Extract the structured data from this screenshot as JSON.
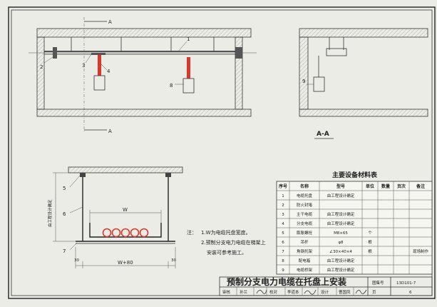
{
  "plan": {
    "section_marks": [
      "A",
      "A"
    ],
    "callouts": [
      "1",
      "2",
      "3",
      "4",
      "8"
    ]
  },
  "section_view": {
    "title": "A-A",
    "callouts": [
      "9"
    ]
  },
  "detail": {
    "callouts": [
      "5",
      "6",
      "7"
    ],
    "dim_width": "W",
    "dim_overall": "W+80",
    "dim_left": "30",
    "dim_right": "30",
    "vertical_label": "由工程设计确定"
  },
  "notes": {
    "heading": "注：",
    "line1": "1.W为电缆托盘宽度。",
    "line2": "2.预制分支电力电缆在梯架上",
    "line3": "安装可参考施工。"
  },
  "table": {
    "title": "主要设备材料表",
    "headers": [
      "序号",
      "名称",
      "型号",
      "单位",
      "数量",
      "页次",
      "备注"
    ],
    "rows": [
      [
        "1",
        "电缆托盘",
        "由工程设计确定",
        "",
        "",
        "",
        ""
      ],
      [
        "2",
        "防火封堵",
        "",
        "",
        "",
        "",
        ""
      ],
      [
        "3",
        "主干电缆",
        "由工程设计确定",
        "",
        "",
        "",
        ""
      ],
      [
        "4",
        "分支电缆",
        "由工程设计确定",
        "",
        "",
        "",
        ""
      ],
      [
        "5",
        "膨胀螺栓",
        "M8×65",
        "个",
        "",
        "",
        ""
      ],
      [
        "6",
        "吊杆",
        "φ8",
        "根",
        "",
        "",
        ""
      ],
      [
        "7",
        "角钢托架",
        "∠30×40×4",
        "根",
        "",
        "",
        "现场制作"
      ],
      [
        "8",
        "配电箱",
        "由工程设计确定",
        "",
        "",
        "",
        ""
      ],
      [
        "9",
        "电缆桥架",
        "由工程设计确定",
        "",
        "",
        "",
        ""
      ]
    ]
  },
  "title_block": {
    "drawing_title": "预制分支电力电缆在托盘上安装",
    "atlas_label": "图集号",
    "atlas_no": "13D101-7",
    "page_label": "页",
    "page_no": "6",
    "review_label": "审核",
    "reviewer": "孙兰",
    "check_label": "校对",
    "checker": "李道本",
    "design_label": "设计",
    "designer": "曹国凤"
  },
  "colors": {
    "paper": "#ecece6",
    "ink": "#222222",
    "cable_red": "#d9382b",
    "hatch": "#9a9a92"
  }
}
